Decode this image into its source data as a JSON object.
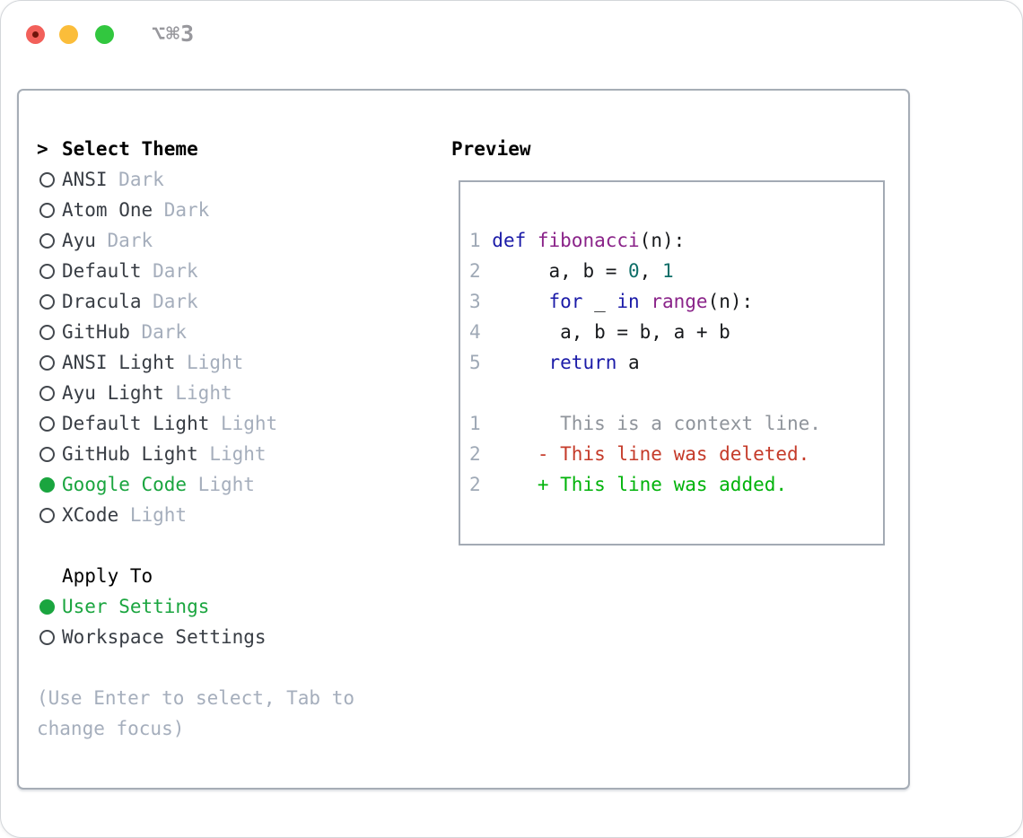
{
  "titlebar": {
    "shortcut": "⌥⌘3"
  },
  "theme_panel": {
    "prompt": ">",
    "select_title": "Select Theme",
    "themes": [
      {
        "name": "ANSI",
        "variant": "Dark",
        "selected": false
      },
      {
        "name": "Atom One",
        "variant": "Dark",
        "selected": false
      },
      {
        "name": "Ayu",
        "variant": "Dark",
        "selected": false
      },
      {
        "name": "Default",
        "variant": "Dark",
        "selected": false
      },
      {
        "name": "Dracula",
        "variant": "Dark",
        "selected": false
      },
      {
        "name": "GitHub",
        "variant": "Dark",
        "selected": false
      },
      {
        "name": "ANSI Light",
        "variant": "Light",
        "selected": false
      },
      {
        "name": "Ayu Light",
        "variant": "Light",
        "selected": false
      },
      {
        "name": "Default Light",
        "variant": "Light",
        "selected": false
      },
      {
        "name": "GitHub Light",
        "variant": "Light",
        "selected": false
      },
      {
        "name": "Google Code",
        "variant": "Light",
        "selected": true
      },
      {
        "name": "XCode",
        "variant": "Light",
        "selected": false
      }
    ],
    "apply_to_title": "Apply To",
    "apply_options": [
      {
        "label": "User Settings",
        "selected": true
      },
      {
        "label": "Workspace Settings",
        "selected": false
      }
    ],
    "help_line1": "(Use Enter to select, Tab to",
    "help_line2": "change focus)"
  },
  "preview": {
    "title": "Preview",
    "lines": [
      {
        "tokens": [
          [
            "ln",
            "1 "
          ],
          [
            "kw",
            "def "
          ],
          [
            "fn",
            "fibonacci"
          ],
          [
            "pl",
            "(n):"
          ]
        ]
      },
      {
        "tokens": [
          [
            "ln",
            "2 "
          ],
          [
            "pl",
            "     a, b = "
          ],
          [
            "num",
            "0"
          ],
          [
            "pl",
            ", "
          ],
          [
            "num",
            "1"
          ]
        ]
      },
      {
        "tokens": [
          [
            "ln",
            "3 "
          ],
          [
            "pl",
            "     "
          ],
          [
            "kw",
            "for"
          ],
          [
            "pl",
            " _ "
          ],
          [
            "kw",
            "in"
          ],
          [
            "pl",
            " "
          ],
          [
            "fn",
            "range"
          ],
          [
            "pl",
            "(n):"
          ]
        ]
      },
      {
        "tokens": [
          [
            "ln",
            "4 "
          ],
          [
            "pl",
            "      a, b = b, a + b"
          ]
        ]
      },
      {
        "tokens": [
          [
            "ln",
            "5 "
          ],
          [
            "pl",
            "     "
          ],
          [
            "kw",
            "return"
          ],
          [
            "pl",
            " a"
          ]
        ]
      },
      {
        "tokens": []
      },
      {
        "tokens": [
          [
            "ln",
            "1 "
          ],
          [
            "ctx",
            "      This is a context line."
          ]
        ]
      },
      {
        "tokens": [
          [
            "ln",
            "2 "
          ],
          [
            "del",
            "    - This line was deleted."
          ]
        ]
      },
      {
        "tokens": [
          [
            "ln",
            "2 "
          ],
          [
            "add",
            "    + This line was added."
          ]
        ]
      }
    ]
  },
  "colors": {
    "kw": "#1b1ba8",
    "fn": "#8a2389",
    "num": "#0e6e68",
    "pl": "#17191c",
    "ln": "#9fa9b6",
    "ctx": "#8f949b",
    "del": "#c53b2a",
    "add": "#00b30a",
    "selected_green": "#1aa53f",
    "item": "#383d44",
    "variant": "#a5aebc",
    "help": "#a5aebc",
    "border_panel": "#a6adb6",
    "border_preview": "#a3aab4",
    "traffic_red": "#f2605a",
    "traffic_red_dot": "#70150b",
    "traffic_yellow": "#fbbd3a",
    "traffic_green": "#32c73f",
    "shortcut": "#98989d"
  }
}
